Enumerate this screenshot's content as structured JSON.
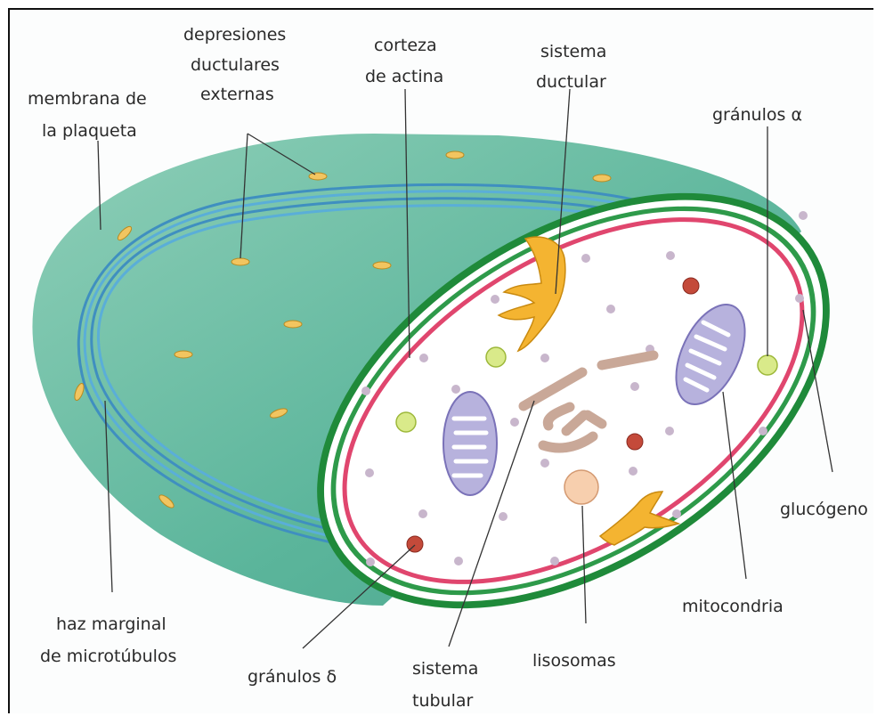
{
  "labels": {
    "membrana_1": "membrana de",
    "membrana_2": "la plaqueta",
    "depresiones_1": "depresiones",
    "depresiones_2": "ductulares",
    "depresiones_3": "externas",
    "corteza_1": "corteza",
    "corteza_2": "de actina",
    "ductular_1": "sistema",
    "ductular_2": "ductular",
    "alfa": "gránulos α",
    "glucogeno": "glucógeno",
    "mitocondria": "mitocondria",
    "lisosomas": "lisosomas",
    "tubular_1": "sistema",
    "tubular_2": "tubular",
    "delta": "gránulos δ",
    "haz_1": "haz marginal",
    "haz_2": "de microtúbulos"
  },
  "colors": {
    "outer_body": "#5bb59b",
    "outer_body_light": "#8fcfb8",
    "membrane_edge": "#1f8a3a",
    "actin_cortex": "#e0466e",
    "microtubules": "#5aaed8",
    "ductular": "#f4b431",
    "mitochondria": "#b7b2dd",
    "alpha_granule": "#d9ea8a",
    "delta_granule": "#c44a3a",
    "lysosome": "#f7cfae",
    "tubular": "#c9a898",
    "glycogen": "#c8b6cc",
    "pits": "#f2c560"
  }
}
